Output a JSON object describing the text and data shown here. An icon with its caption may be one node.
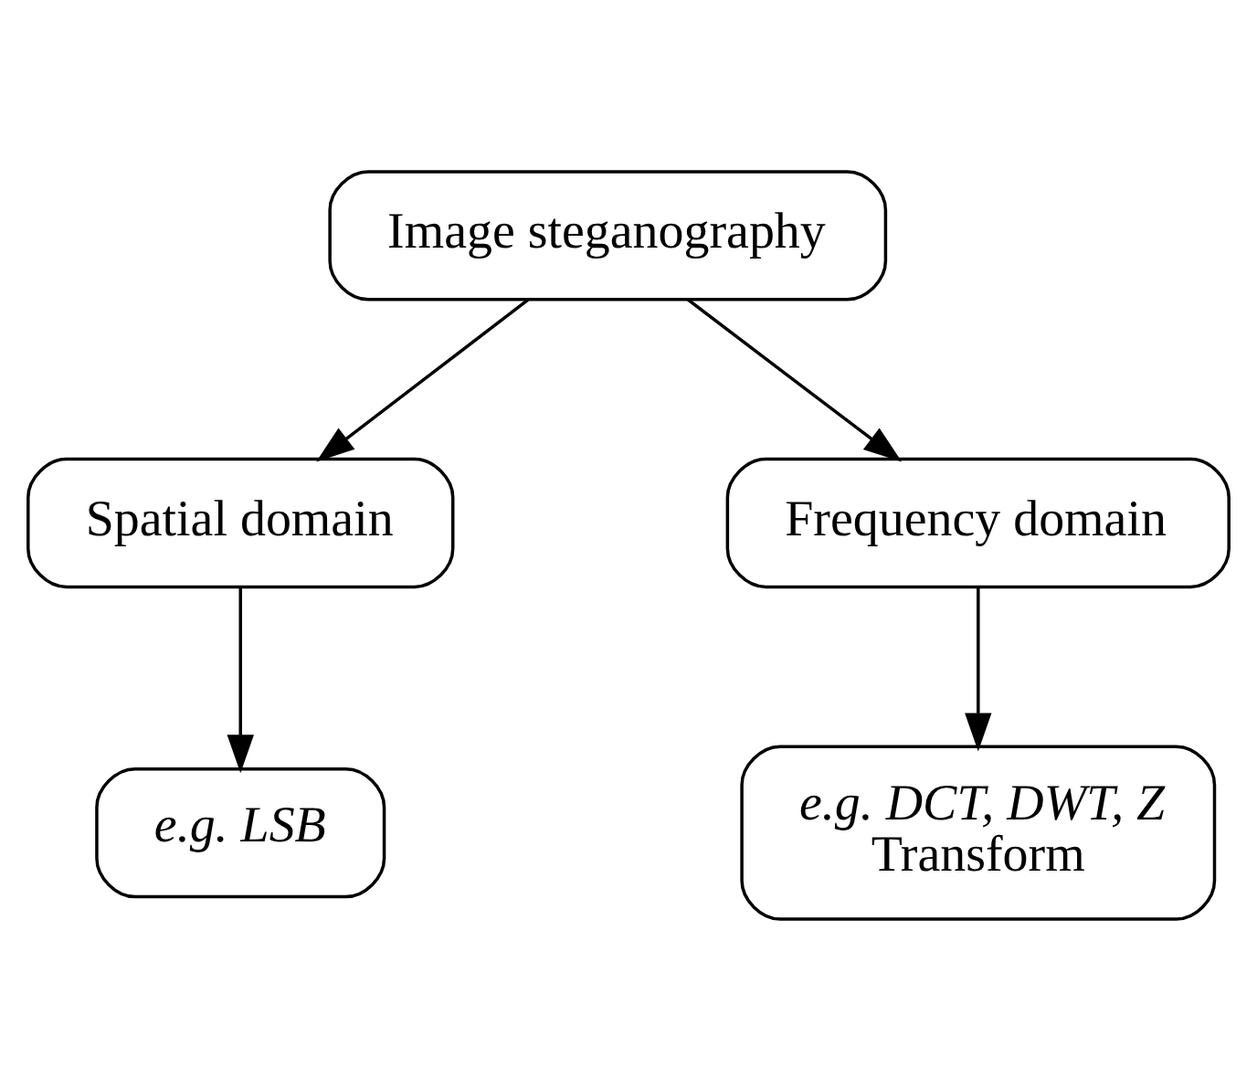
{
  "diagram": {
    "nodes": [
      {
        "text": [
          "Image steganography"
        ]
      },
      {
        "text": [
          "Spatial domain"
        ]
      },
      {
        "text": [
          "Frequency domain"
        ]
      },
      {
        "text": [
          "e.g. LSB"
        ]
      },
      {
        "text": [
          "*e.g. DCT, DWT, Z* Transform"
        ]
      }
    ],
    "edges": [
      {
        "from": 0,
        "to": 1,
        "arrow": "to"
      },
      {
        "from": 0,
        "to": 2,
        "arrow": "to"
      },
      {
        "from": 1,
        "to": 3,
        "arrow": "to"
      },
      {
        "from": 2,
        "to": 4,
        "arrow": "to"
      }
    ]
  }
}
